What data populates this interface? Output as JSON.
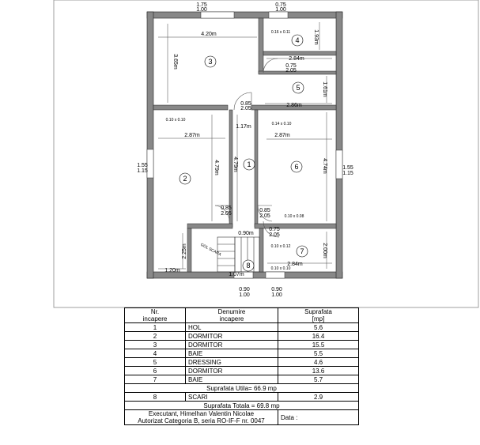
{
  "plan": {
    "dimensions": {
      "top_window_left": [
        "1.75",
        "1.00"
      ],
      "top_window_right": [
        "0.75",
        "1.00"
      ],
      "room3_width": "4.20m",
      "room3_height": "3.65m",
      "room4_spec": "0.16 x 0.11",
      "room4_height": "1.93m",
      "room45_width": "2.84m",
      "door45": [
        "0.75",
        "2.05"
      ],
      "room5_width": "2.86m",
      "room5_height": "1.61m",
      "door_hall_top": [
        "0.85",
        "2.05"
      ],
      "hall_width": "1.17m",
      "hall_length": "4.79m",
      "room2_spec": "0.10 x 0.10",
      "room2_width": "2.87m",
      "room2_height": "4.79m",
      "room6_spec": "0.14 x 0.10",
      "room6_width": "2.87m",
      "room6_height": "4.74m",
      "left_window": [
        "1.55",
        "1.15"
      ],
      "right_window": [
        "1.55",
        "1.15"
      ],
      "door2": [
        "0.85",
        "2.05"
      ],
      "door6": [
        "0.85",
        "2.05"
      ],
      "room6_spec2": "0.10 x 0.08",
      "door7": [
        "0.75",
        "2.05"
      ],
      "stair_label": "GOL SCARA",
      "stair_height": "2.25m",
      "stair_width": "1.20m",
      "room7_spec": "0.10 x 0.12",
      "room7_width": "2.84m",
      "room7_height": "2.00m",
      "room7_spec2": "0.10 x 0.10",
      "stair_small": "0.90m",
      "stair_small2": "1.07m",
      "bottom_window_left": [
        "0.90",
        "1.00"
      ],
      "bottom_window_right": [
        "0.90",
        "1.00"
      ]
    },
    "room_numbers": [
      "1",
      "2",
      "3",
      "4",
      "5",
      "6",
      "7",
      "8"
    ]
  },
  "table": {
    "headers": {
      "nr": [
        "Nr.",
        "incapere"
      ],
      "name": [
        "Denumire",
        "incapere"
      ],
      "area": [
        "Suprafata",
        "[mp]"
      ]
    },
    "rows": [
      {
        "nr": "1",
        "name": "HOL",
        "area": "5.6"
      },
      {
        "nr": "2",
        "name": "DORMITOR",
        "area": "16.4"
      },
      {
        "nr": "3",
        "name": "DORMITOR",
        "area": "15.5"
      },
      {
        "nr": "4",
        "name": "BAIE",
        "area": "5.5"
      },
      {
        "nr": "5",
        "name": "DRESSING",
        "area": "4.6"
      },
      {
        "nr": "6",
        "name": "DORMITOR",
        "area": "13.6"
      },
      {
        "nr": "7",
        "name": "BAIE",
        "area": "5.7"
      }
    ],
    "useful_area": "Suprafata Utila= 66.9 mp",
    "stairs_row": {
      "nr": "8",
      "name": "SCARI",
      "area": "2.9"
    },
    "total_area": "Suprafata Totala = 69.8 mp",
    "executant": "Executant, Himelhan Valentin Nicolae",
    "authorization": "Autorizat Categoria B, seria RO-IF-F nr. 0047",
    "date_label": "Data :"
  }
}
